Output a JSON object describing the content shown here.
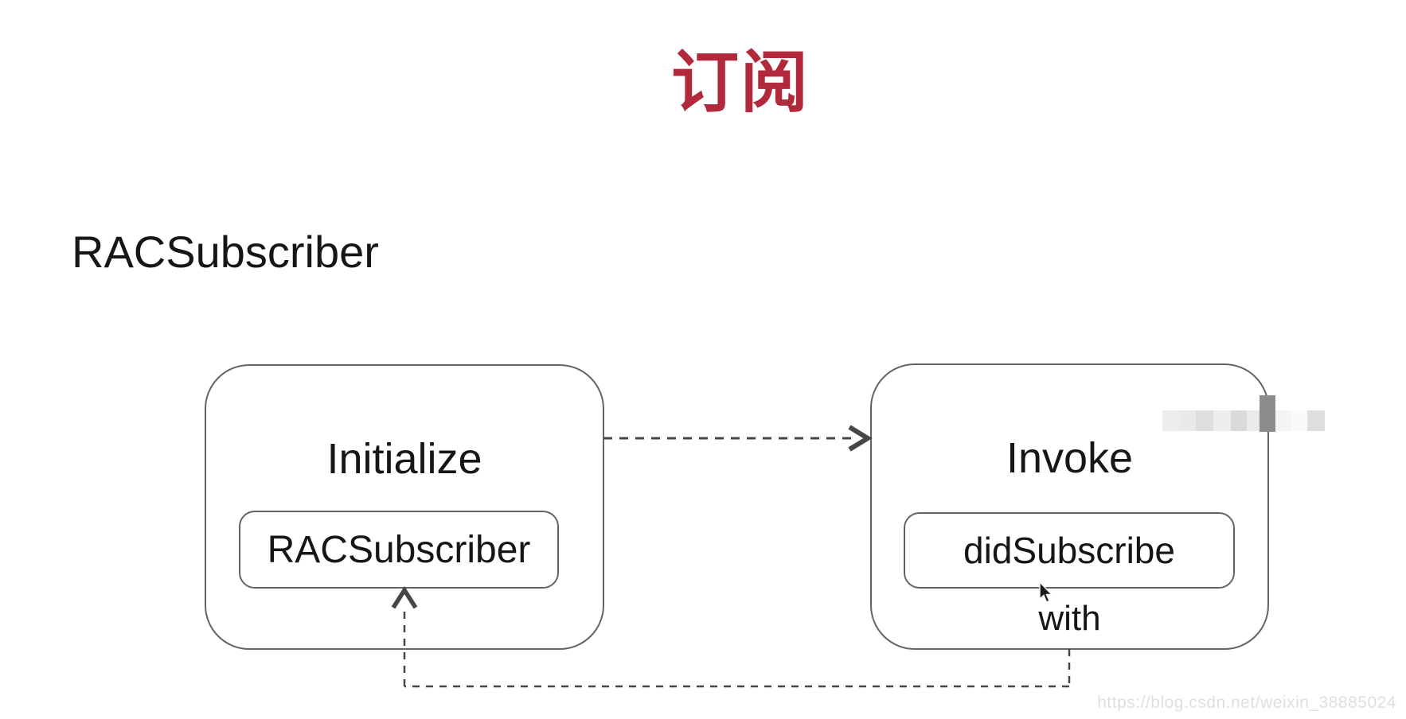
{
  "title": "订阅",
  "heading": "RACSubscriber",
  "nodes": {
    "left": {
      "label": "Initialize",
      "inner_label": "RACSubscriber"
    },
    "right": {
      "label": "Invoke",
      "inner_label": "didSubscribe",
      "sub_label": "with"
    }
  },
  "edges": [
    {
      "from": "Initialize",
      "to": "Invoke",
      "style": "dashed-arrow",
      "route": "horizontal"
    },
    {
      "from": "didSubscribe (with)",
      "to": "RACSubscriber",
      "style": "dashed-arrow",
      "route": "bottom-loop"
    }
  ],
  "watermark": "https://blog.csdn.net/weixin_38885024",
  "colors": {
    "title": "#b2293c",
    "text": "#161616",
    "box_border": "#646464",
    "connector": "#464646",
    "watermark": "#dfdfe3",
    "background": "#ffffff"
  }
}
